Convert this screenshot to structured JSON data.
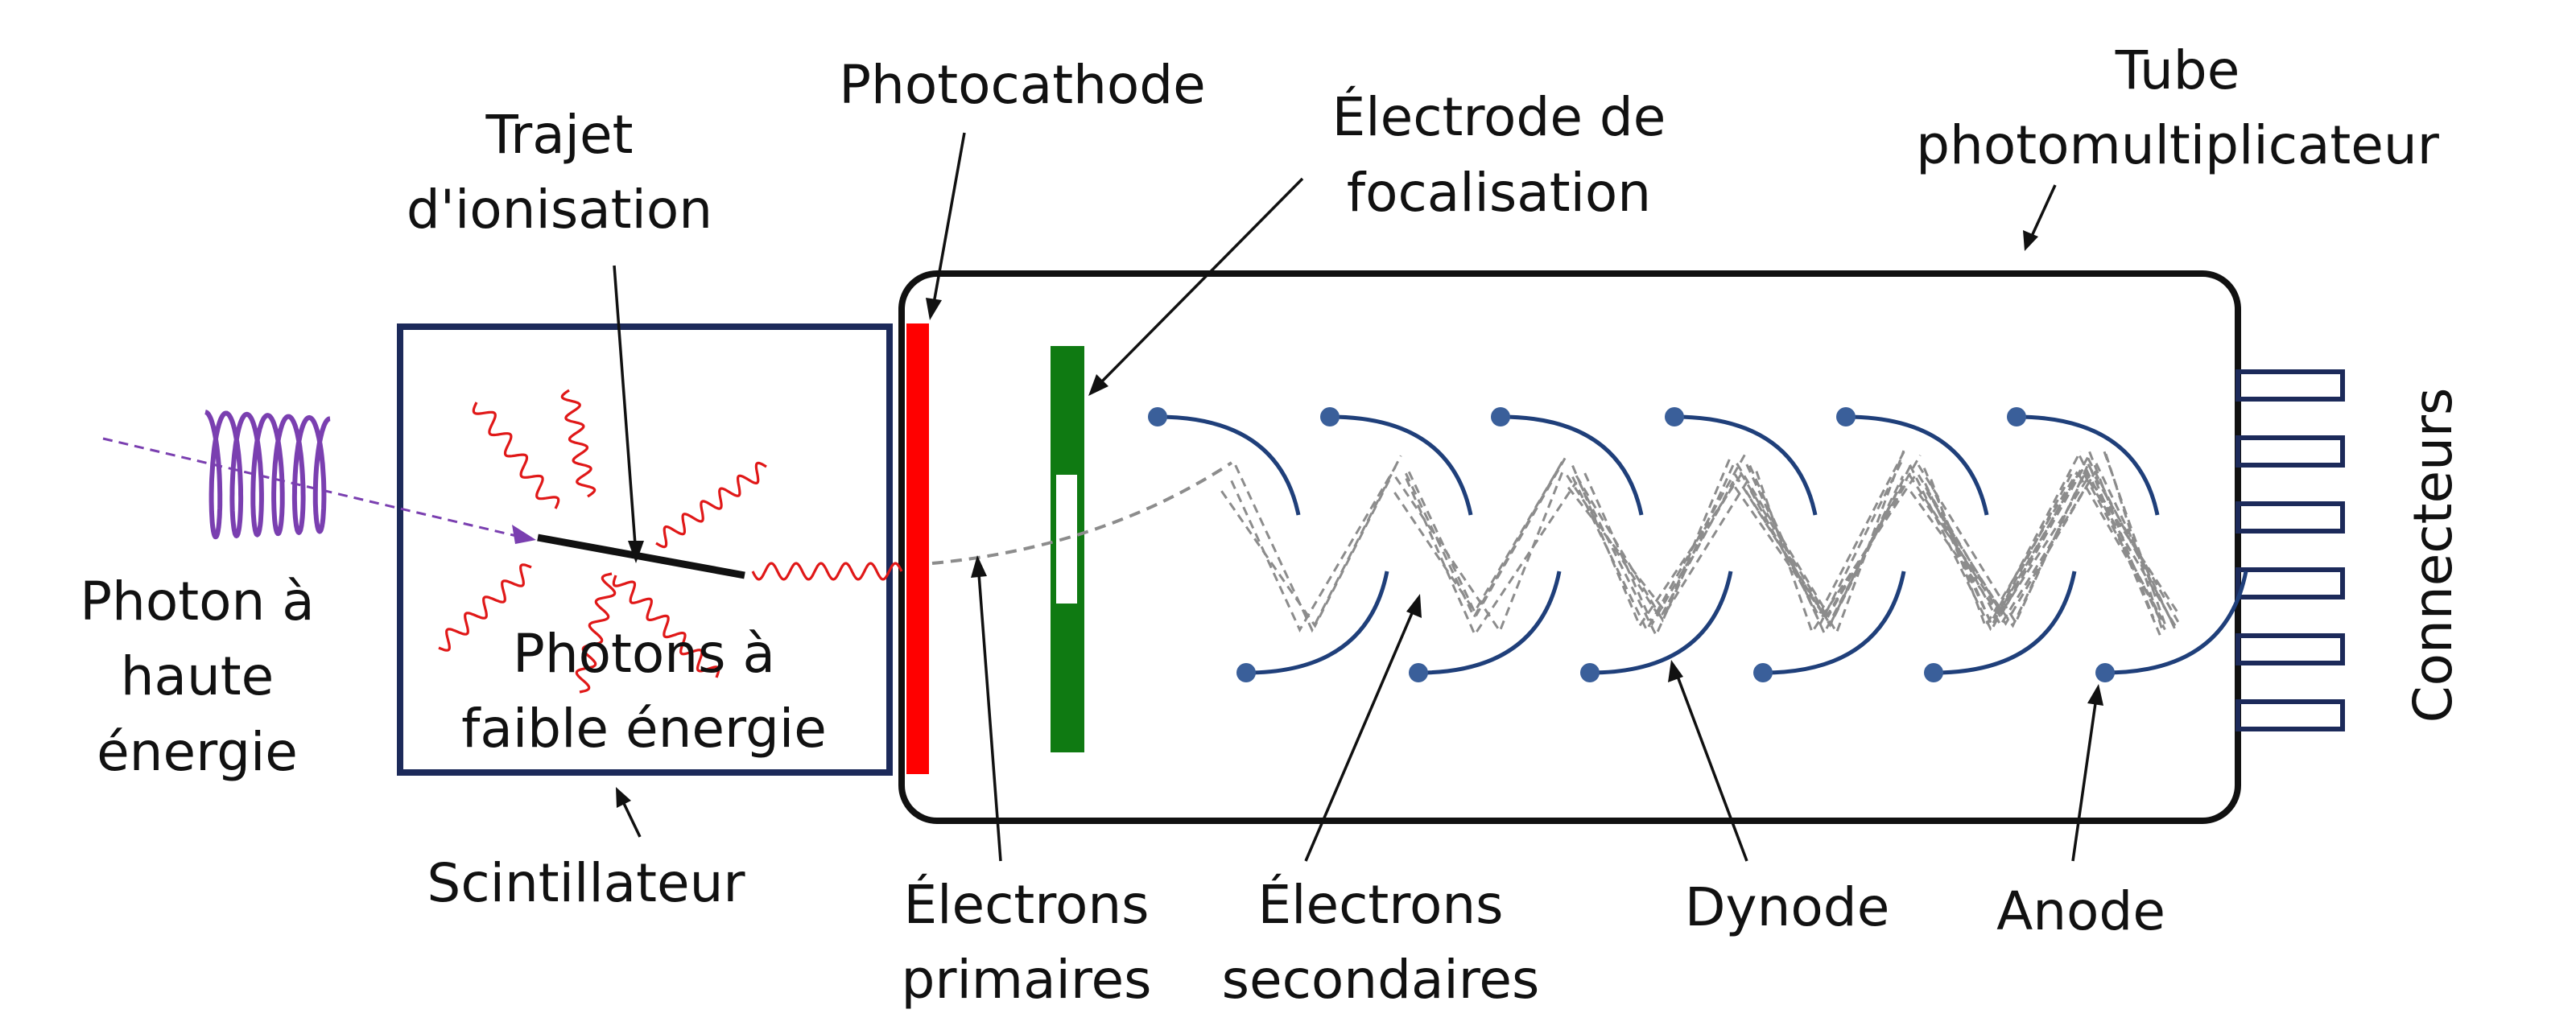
{
  "labels": {
    "high_energy_photon": [
      "Photon à",
      "haute",
      "énergie"
    ],
    "ionisation_path": [
      "Trajet",
      "d'ionisation"
    ],
    "low_energy_photons": [
      "Photons à",
      "faible énergie"
    ],
    "scintillator": "Scintillateur",
    "photocathode": "Photocathode",
    "focusing_electrode": [
      "Électrode de",
      "focalisation"
    ],
    "pmt": [
      "Tube",
      "photomultiplicateur"
    ],
    "primary_electrons": [
      "Électrons",
      "primaires"
    ],
    "secondary_electrons": [
      "Électrons",
      "secondaires"
    ],
    "dynode": "Dynode",
    "anode": "Anode",
    "connectors": "Connecteurs"
  },
  "colors": {
    "scintillator_box": "#1c2a5a",
    "photocathode": "#ff0000",
    "focusing_electrode": "#0f7a12",
    "dynode": "#1f3f7a",
    "dynode_dot": "#3a5f9a",
    "incoming_photon": "#7a3fb0",
    "emitted_photon": "#e01818",
    "electron_path": "#8c8c8c",
    "tube_outline": "#111111",
    "connector": "#1c2a5a"
  }
}
